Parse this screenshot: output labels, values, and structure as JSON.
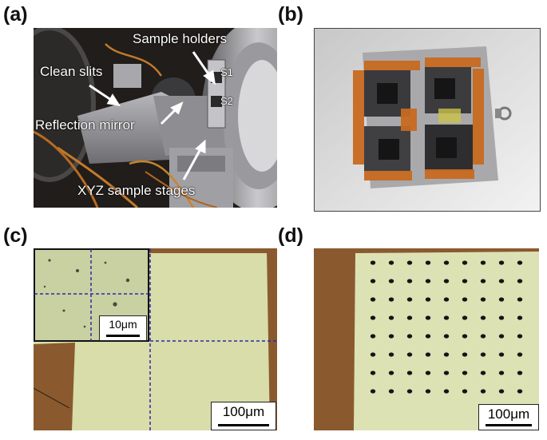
{
  "panels": {
    "a": {
      "label": "(a)",
      "annotations": {
        "sample_holders": "Sample holders",
        "clean_slits": "Clean slits",
        "reflection_mirror": "Reflection mirror",
        "xyz_stages": "XYZ sample stages",
        "s1": "S1",
        "s2": "S2"
      }
    },
    "b": {
      "label": "(b)"
    },
    "c": {
      "label": "(c)",
      "scale_main": "100μm",
      "scale_inset": "10μm"
    },
    "d": {
      "label": "(d)",
      "scale": "100μm"
    }
  },
  "colors": {
    "micrograph_film": "#d6dca6",
    "substrate_brown": "#8a5a2e",
    "kapton_tape": "#c86a20",
    "grid_dashed": "#2a2aa8"
  }
}
